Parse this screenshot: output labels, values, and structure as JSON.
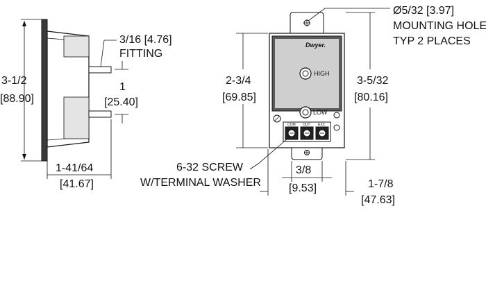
{
  "side_view": {
    "height_in": "3-1/2",
    "height_mm": "[88.90]",
    "fitting_size": "3/16 [4.76]",
    "fitting_label": "FITTING",
    "fitting_spacing_in": "1",
    "fitting_spacing_mm": "[25.40]",
    "depth_in": "1-41/64",
    "depth_mm": "[41.67]"
  },
  "front_view": {
    "brand": "Dwyer.",
    "high_label": "HIGH",
    "low_label": "LOW",
    "terminals": [
      "COM",
      "OUT",
      "EXC"
    ],
    "mounting_hole_size": "Ø5/32  [3.97]",
    "mounting_hole_label": "MOUNTING HOLE",
    "mounting_hole_qty": "TYP 2 PLACES",
    "body_height_in": "2-3/4",
    "body_height_mm": "[69.85]",
    "overall_height_in": "3-5/32",
    "overall_height_mm": "[80.16]",
    "screw_label": "6-32 SCREW",
    "screw_washer_label": "W/TERMINAL WASHER",
    "tab_width_in": "3/8",
    "tab_width_mm": "[9.53]",
    "overall_width_in": "1-7/8",
    "overall_width_mm": "[47.63]"
  }
}
